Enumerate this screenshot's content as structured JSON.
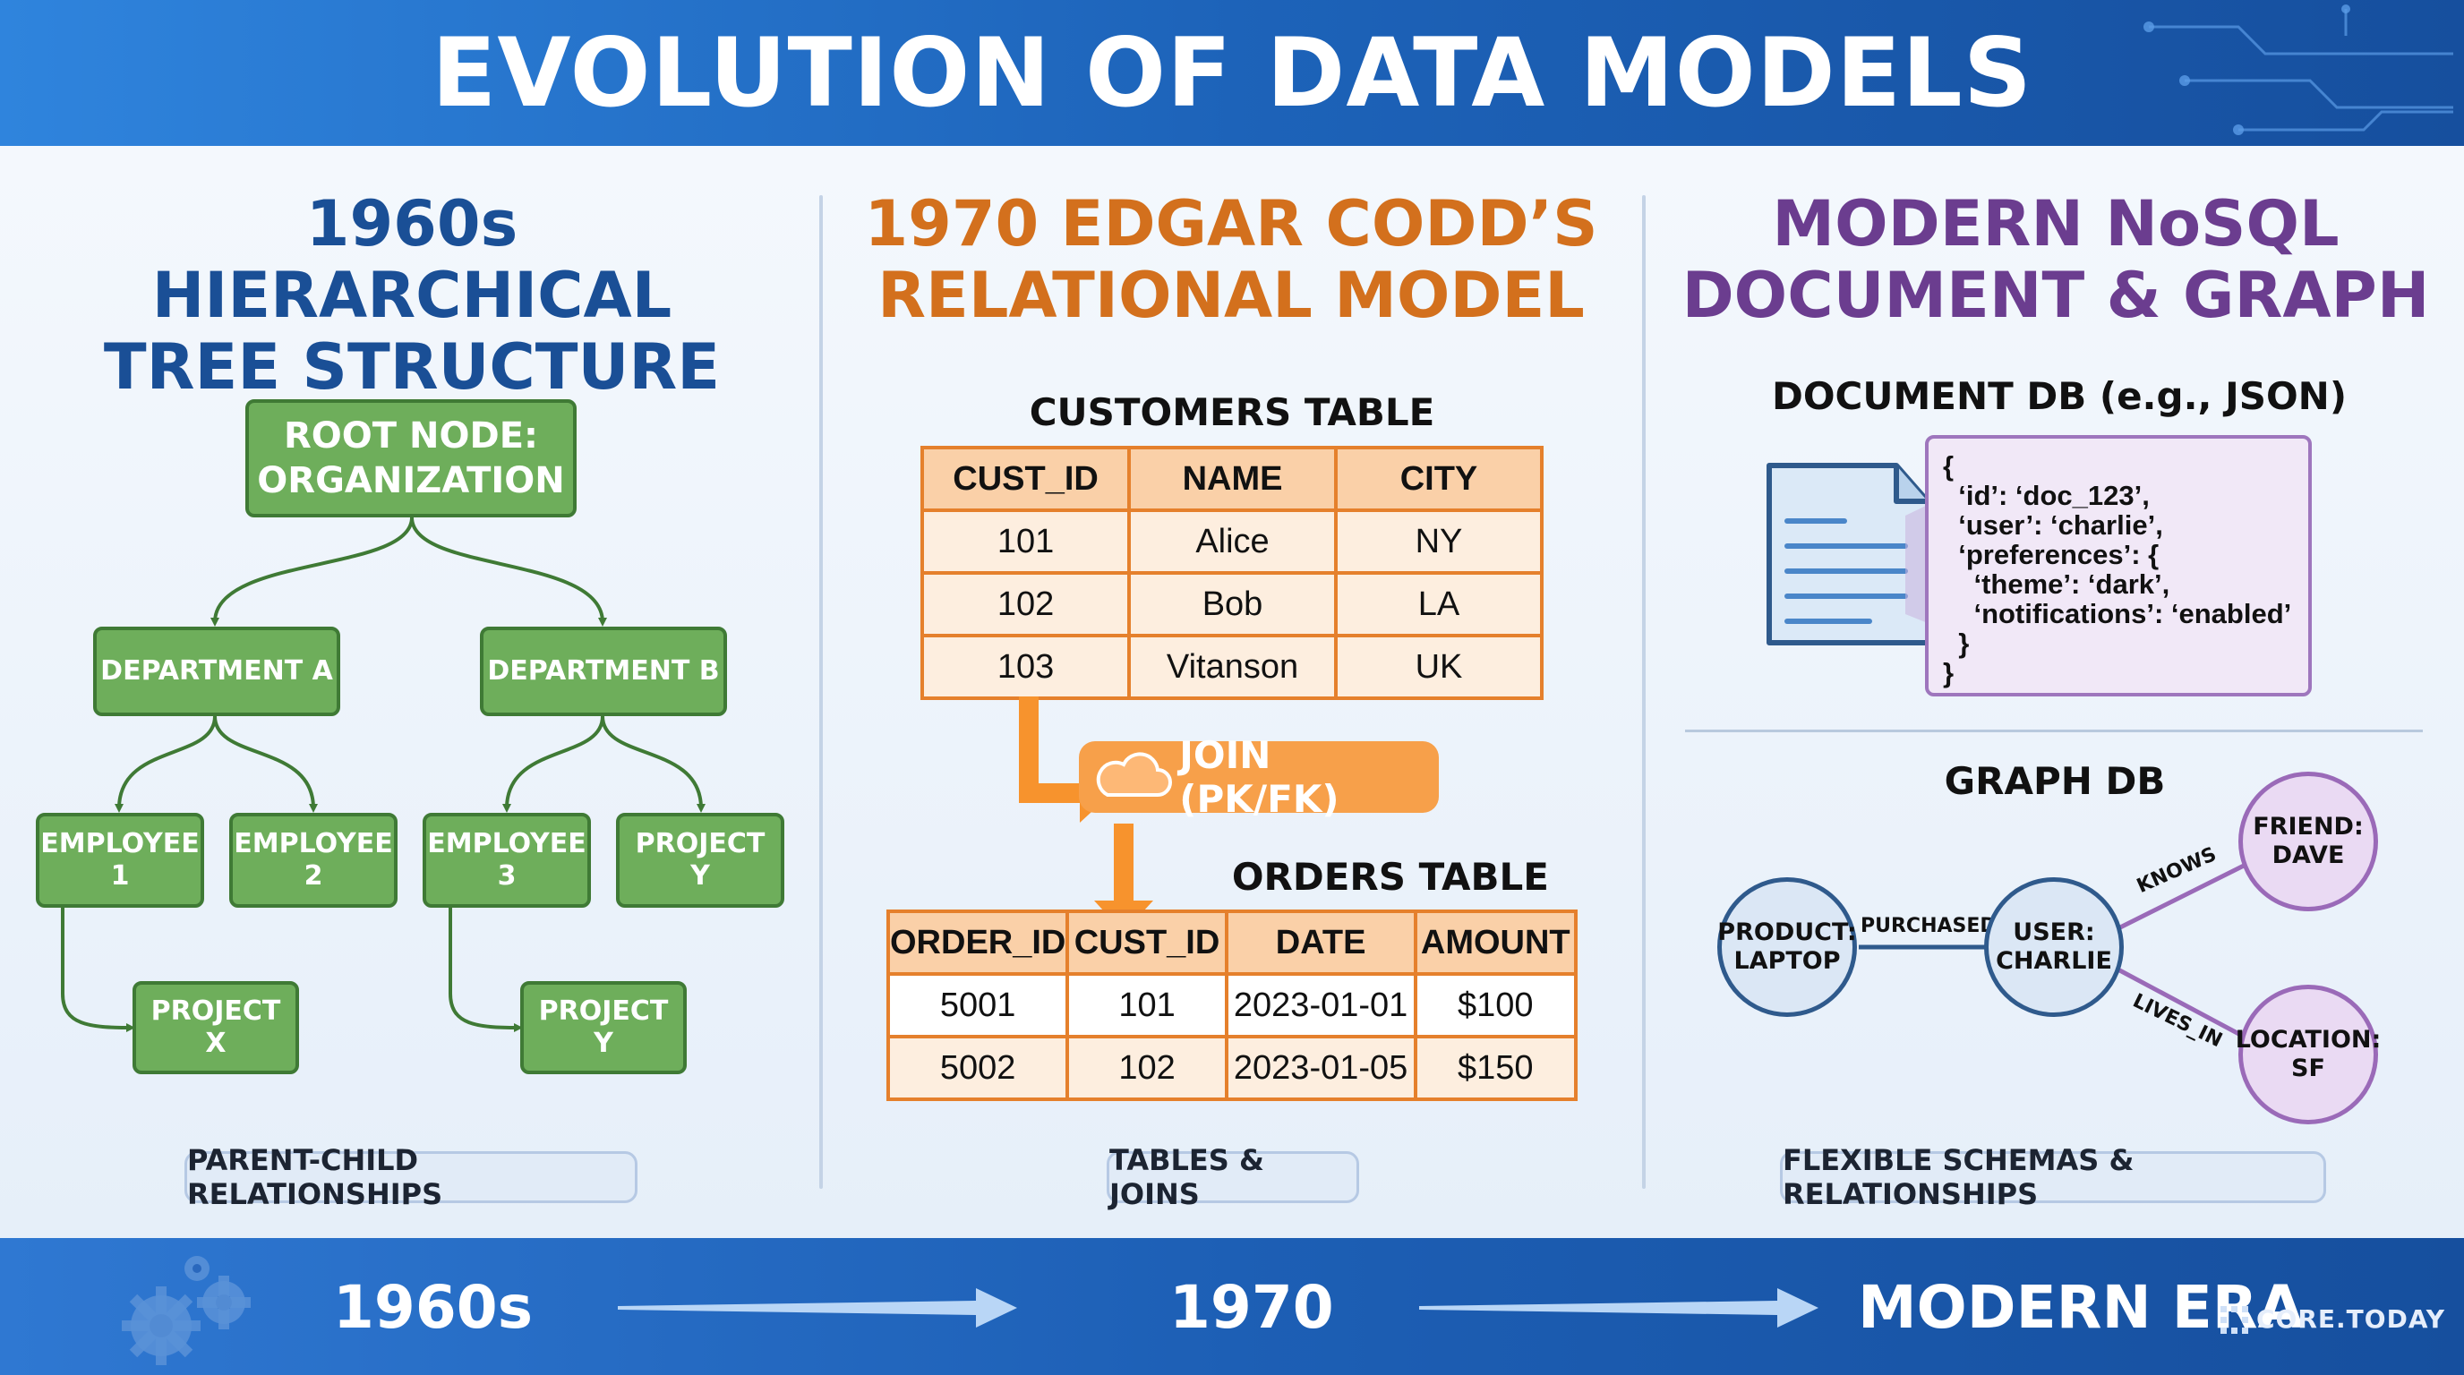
{
  "header": {
    "title": "EVOLUTION OF DATA MODELS"
  },
  "hierarchical": {
    "title_line1": "1960s HIERARCHICAL",
    "title_line2": "TREE STRUCTURE",
    "root": {
      "line1": "ROOT NODE:",
      "line2": "ORGANIZATION"
    },
    "dept_a": "DEPARTMENT A",
    "dept_b": "DEPARTMENT B",
    "employees": [
      {
        "line1": "EMPLOYEE",
        "line2": "1"
      },
      {
        "line1": "EMPLOYEE",
        "line2": "2"
      },
      {
        "line1": "EMPLOYEE",
        "line2": "3"
      }
    ],
    "project_y_top": {
      "line1": "PROJECT",
      "line2": "Y"
    },
    "project_x": {
      "line1": "PROJECT",
      "line2": "X"
    },
    "project_y_bottom": {
      "line1": "PROJECT",
      "line2": "Y"
    },
    "caption": "PARENT-CHILD RELATIONSHIPS"
  },
  "relational": {
    "title_line1": "1970 EDGAR CODD’S",
    "title_line2": "RELATIONAL MODEL",
    "customers": {
      "title": "CUSTOMERS TABLE",
      "headers": [
        "CUST_ID",
        "NAME",
        "CITY"
      ],
      "rows": [
        [
          "101",
          "Alice",
          "NY"
        ],
        [
          "102",
          "Bob",
          "LA"
        ],
        [
          "103",
          "Vitanson",
          "UK"
        ]
      ]
    },
    "join_label": "JOIN (PK/FK)",
    "orders": {
      "title": "ORDERS TABLE",
      "headers": [
        "ORDER_ID",
        "CUST_ID",
        "DATE",
        "AMOUNT"
      ],
      "rows": [
        [
          "5001",
          "101",
          "2023-01-01",
          "$100"
        ],
        [
          "5002",
          "102",
          "2023-01-05",
          "$150"
        ]
      ]
    },
    "caption": "TABLES & JOINS"
  },
  "nosql": {
    "title_line1": "MODERN NoSQL",
    "title_line2": "DOCUMENT & GRAPH",
    "document_title": "DOCUMENT DB (e.g., JSON)",
    "json_lines": [
      "{",
      "  ‘id’: ‘doc_123’,",
      "  ‘user’: ‘charlie’,",
      "  ‘preferences’: {",
      "    ‘theme’: ‘dark’,",
      "    ‘notifications’: ‘enabled’",
      "  }",
      "}"
    ],
    "graph_title": "GRAPH DB",
    "graph": {
      "product": {
        "line1": "PRODUCT:",
        "line2": "LAPTOP"
      },
      "user": {
        "line1": "USER:",
        "line2": "CHARLIE"
      },
      "friend": {
        "line1": "FRIEND:",
        "line2": "DAVE"
      },
      "location": {
        "line1": "LOCATION:",
        "line2": "SF"
      },
      "edge_purchased": "PURCHASED",
      "edge_knows": "KNOWS",
      "edge_lives_in": "LIVES_IN"
    },
    "caption": "FLEXIBLE SCHEMAS & RELATIONSHIPS"
  },
  "footer": {
    "era1": "1960s",
    "era2": "1970",
    "era3": "MODERN ERA",
    "brand": "CORE.TODAY"
  },
  "colors": {
    "header_blue": "#1d63b9",
    "tree_green": "#6eae5b",
    "relational_orange": "#e5802c",
    "nosql_purple": "#6b3d8f"
  }
}
